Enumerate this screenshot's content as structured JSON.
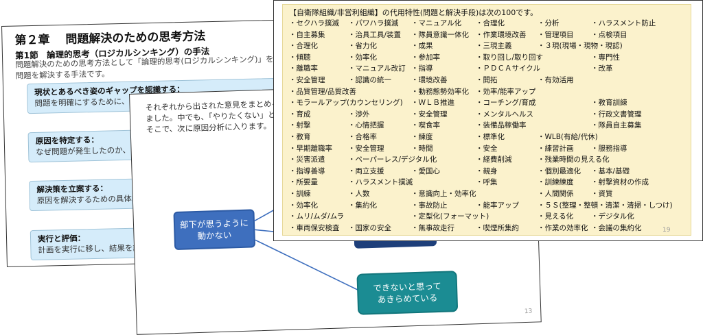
{
  "slide_back": {
    "chapter_title": "第２章　 問題解決のための思考方法",
    "section_title": "第1節　論理的思考（ロジカルシンキング）の手法",
    "intro_lines": [
      "問題解決のための思考方法として「論理的思考(ロジカルシンキング)」を",
      "問題を解決する手法です。"
    ],
    "steps": [
      {
        "title": "現状とあるべき姿のギャップを認識する：",
        "desc": "問題を明確にするために、現"
      },
      {
        "title": "原因を特定する：",
        "desc": "なぜ問題が発生したのか、そ"
      },
      {
        "title": "解決策を立案する：",
        "desc": "原因を解決するための具体的"
      },
      {
        "title": "実行と評価：",
        "desc": "計画を実行に移し、結果を評"
      }
    ]
  },
  "slide_middle": {
    "text_lines": [
      "それぞれから出された意見をまとめる",
      "ました。中でも、「やりたくない」と",
      "そこで、次に原因分析に入ります。"
    ],
    "node_main": [
      "部下が思うように",
      "動かない"
    ],
    "node_bottom": [
      "できないと思って",
      "あきらめている"
    ],
    "page_number": "13"
  },
  "slide_front": {
    "header": "【自衛隊組織/非営利組織】の代用特性(問題と解決手段)は次の100です。",
    "page_number": "19",
    "rows": [
      [
        "・セクハラ撲滅",
        "・パワハラ撲滅",
        "・マニュアル化",
        "・合理化",
        "・分析",
        "・ハラスメント防止"
      ],
      [
        "・自主募集",
        "・治具工具/装置",
        "・隊員意識一体化",
        "・作業環境改善",
        "・管理項目",
        "・点検項目"
      ],
      [
        "・合理化",
        "・省力化",
        "・成果",
        "・三現主義",
        "・３現(現場・現物・現認)"
      ],
      [
        "・傾聴",
        "・効率化",
        "・参加率",
        "・取り回し/取り回す",
        "・専門性"
      ],
      [
        "・離職率",
        "・マニュアル改訂",
        "・指導",
        "・ＰＤＣＡサイクル",
        "・改革"
      ],
      [
        "・安全管理",
        "・認識の統一",
        "・環境改善",
        "・開拓",
        "・有効活用"
      ],
      [
        "・品質管理/品質改善",
        "・動務態勢効率化",
        "・効率/能率アップ"
      ],
      [
        "・モラールアップ(カウンセリング)",
        "・ＷＬＢ推進",
        "・コーチング/育成",
        "・教育訓練"
      ],
      [
        "・育成",
        "・渉外",
        "・安全管理",
        "・メンタルヘルス",
        "・行政文書管理"
      ],
      [
        "・射撃",
        "・心情把握",
        "・喫食率",
        "・装備品稼働率",
        "・隊員自主募集"
      ],
      [
        "・教育",
        "・合格率",
        "・練度",
        "・標準化",
        "・WLB(有給/代休)"
      ],
      [
        "・早期離職率",
        "・安全管理",
        "・時間",
        "・安全",
        "・練習計画",
        "・服務指導"
      ],
      [
        "・災害派遣",
        "・ペーパーレス/デジタル化",
        "・経費削減",
        "・残業時間の見える化"
      ],
      [
        "・指導善導",
        "・両立支援",
        "・愛国心",
        "・親身",
        "・個別最適化",
        "・基本/基礎"
      ],
      [
        "・所要量",
        "・ハラスメント撲滅",
        "・呼集",
        "・訓練練度",
        "・射撃資材の作成"
      ],
      [
        "・訓練",
        "・人数",
        "・意識向上・効率化",
        "・人間関係",
        "・資質"
      ],
      [
        "・効率化",
        "・集約化",
        "・事故防止",
        "・能率アップ",
        "・５Ｓ(整理・整頓・清潔・清掃・しつけ)"
      ],
      [
        "・ムリ/ムダ/ムラ",
        "・定型化(フォーマット)",
        "・見える化",
        "・デジタル化"
      ],
      [
        "・車両保安検査",
        "・国家の安全",
        "・無事故走行",
        "・喫煙所集約",
        "・作業の効率化",
        "・会議の集約化"
      ]
    ]
  }
}
